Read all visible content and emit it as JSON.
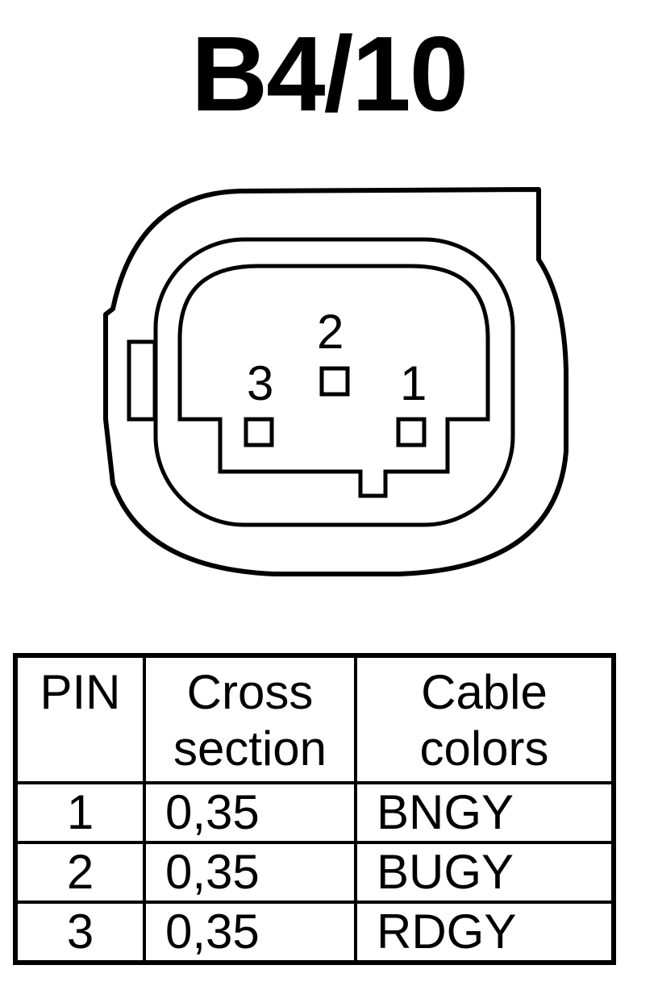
{
  "title": "B4/10",
  "connector": {
    "pin_labels": [
      "1",
      "2",
      "3"
    ]
  },
  "table": {
    "headers": [
      [
        "PIN"
      ],
      [
        "Cross",
        "section"
      ],
      [
        "Cable",
        "colors"
      ]
    ],
    "rows": [
      {
        "pin": "1",
        "cross_section": "0,35",
        "color": "BNGY"
      },
      {
        "pin": "2",
        "cross_section": "0,35",
        "color": "BUGY"
      },
      {
        "pin": "3",
        "cross_section": "0,35",
        "color": "RDGY"
      }
    ]
  }
}
